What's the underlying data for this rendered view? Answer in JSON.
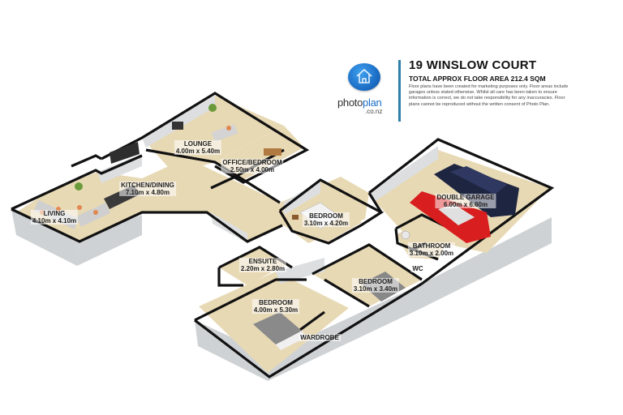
{
  "header": {
    "logo_text_part1": "photo",
    "logo_text_part2": "plan",
    "logo_domain": ".co.nz",
    "address": "19 WINSLOW COURT",
    "total_area": "TOTAL APPROX FLOOR AREA 212.4 SQM",
    "disclaimer": "Floor plans have been created for marketing purposes only. Floor areas include garages unless stated otherwise. Whilst all care has been taken to ensure information is correct, we do not take responsibility for any inaccuracies. Floor plans cannot be reproduced without the written consent of Photo Plan.",
    "accent_color": "#2c7fa8",
    "logo_color": "#1c6fc6"
  },
  "rooms": [
    {
      "name": "LOUNGE",
      "dims": "4.00m x 5.40m"
    },
    {
      "name": "OFFICE/BEDROOM",
      "dims": "2.50m x 4.00m"
    },
    {
      "name": "KITCHEN/DINING",
      "dims": "7.10m x 4.80m"
    },
    {
      "name": "LIVING",
      "dims": "4.10m x 4.10m"
    },
    {
      "name": "BEDROOM",
      "dims": "3.10m x 4.20m"
    },
    {
      "name": "DOUBLE GARAGE",
      "dims": "6.00m x 6.60m"
    },
    {
      "name": "BATHROOM",
      "dims": "3.10m x 2.00m"
    },
    {
      "name": "WC",
      "dims": ""
    },
    {
      "name": "ENSUITE",
      "dims": "2.20m x 2.80m"
    },
    {
      "name": "BEDROOM",
      "dims": "3.10m x 3.40m"
    },
    {
      "name": "BEDROOM",
      "dims": "4.00m x 5.30m"
    },
    {
      "name": "WARDROBE",
      "dims": ""
    }
  ],
  "colors": {
    "floor": "#e8d9b5",
    "wall_top": "#111111",
    "wall_face": "#d7d9db",
    "car_red": "#d81e1e",
    "car_navy": "#1e2540"
  }
}
